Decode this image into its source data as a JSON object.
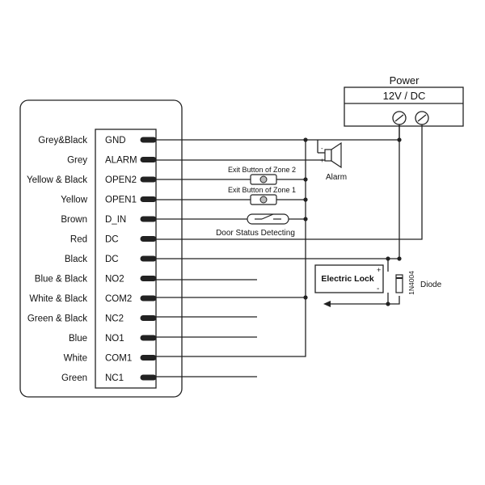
{
  "power": {
    "title": "Power",
    "voltage": "12V / DC"
  },
  "terminals": [
    {
      "wire": "Grey&Black",
      "pin": "GND"
    },
    {
      "wire": "Grey",
      "pin": "ALARM"
    },
    {
      "wire": "Yellow & Black",
      "pin": "OPEN2"
    },
    {
      "wire": "Yellow",
      "pin": "OPEN1"
    },
    {
      "wire": "Brown",
      "pin": "D_IN"
    },
    {
      "wire": "Red",
      "pin": "DC"
    },
    {
      "wire": "Black",
      "pin": "DC"
    },
    {
      "wire": "Blue & Black",
      "pin": "NO2"
    },
    {
      "wire": "White & Black",
      "pin": "COM2"
    },
    {
      "wire": "Green & Black",
      "pin": "NC2"
    },
    {
      "wire": "Blue",
      "pin": "NO1"
    },
    {
      "wire": "White",
      "pin": "COM1"
    },
    {
      "wire": "Green",
      "pin": "NC1"
    }
  ],
  "components": {
    "exit_button_2": "Exit Button of Zone 2",
    "exit_button_1": "Exit Button of Zone 1",
    "door_status": "Door Status Detecting",
    "alarm": "Alarm",
    "electric_lock": "Electric Lock",
    "lock_plus": "+",
    "lock_minus": "-",
    "diode_part": "1N4004",
    "diode": "Diode"
  },
  "colors": {
    "line": "#222222",
    "background": "#ffffff"
  }
}
